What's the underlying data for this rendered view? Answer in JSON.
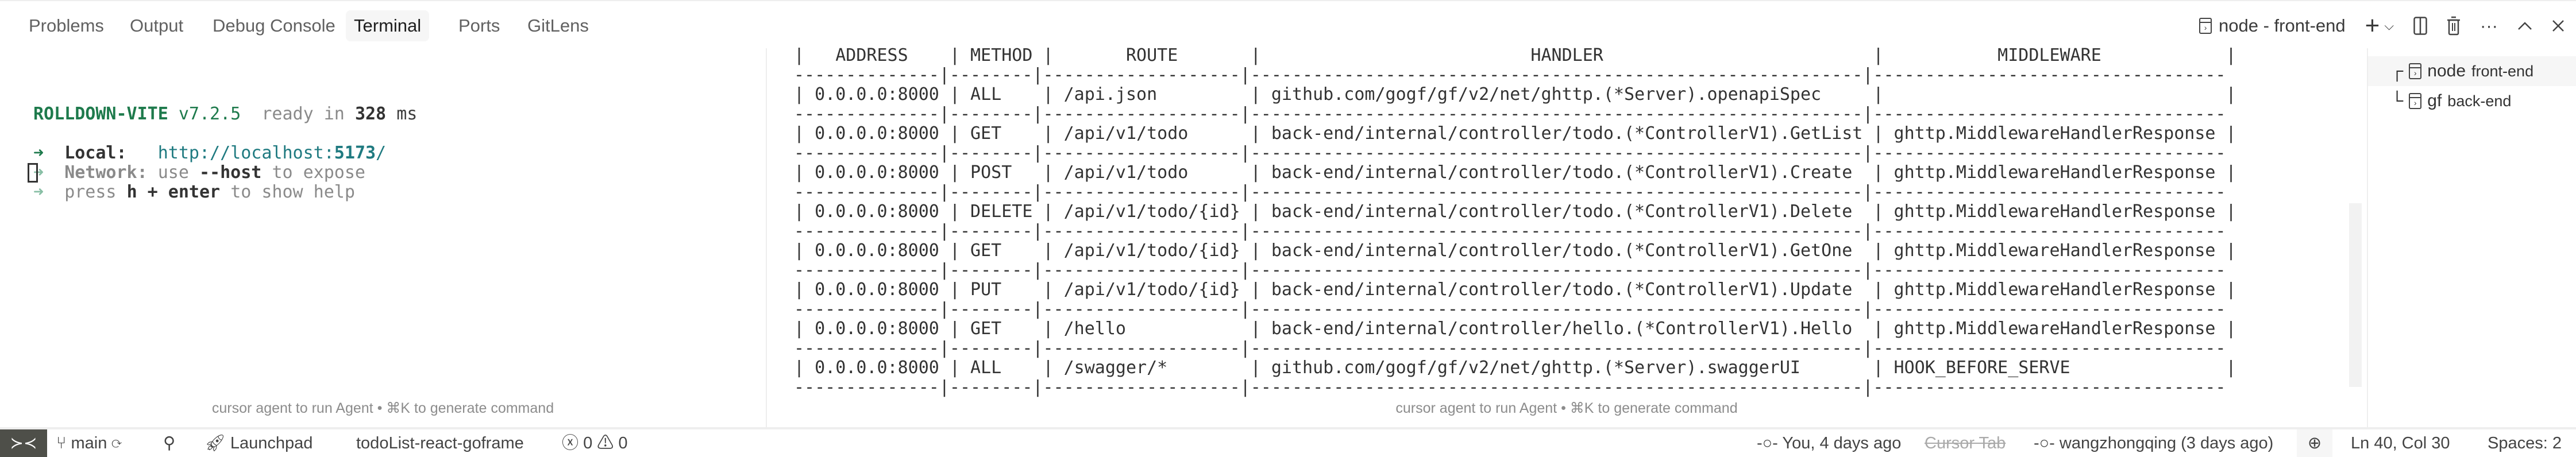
{
  "panel_tabs": [
    {
      "label": "Problems"
    },
    {
      "label": "Output"
    },
    {
      "label": "Debug Console"
    },
    {
      "label": "Terminal",
      "active": true
    },
    {
      "label": "Ports"
    },
    {
      "label": "GitLens"
    }
  ],
  "actions": {
    "terminal_name": "node - front-end",
    "icons": [
      "terminal-icon",
      "plus-icon",
      "chevron-down-icon",
      "split-icon",
      "trash-icon",
      "more-icon",
      "chevron-up-icon",
      "close-icon"
    ]
  },
  "left_terminal": {
    "brand": "ROLLDOWN-VITE",
    "version": "v7.2.5",
    "ready": "ready in",
    "ms_value": "328",
    "ms_unit": "ms",
    "local_label": "Local:",
    "local_url_prefix": "http://localhost:",
    "local_port": "5173",
    "local_url_suffix": "/",
    "network_label": "Network:",
    "network_use": "use",
    "network_flag": "--host",
    "network_rest": "to expose",
    "press": "press",
    "press_key": "h + enter",
    "press_rest": "to show help",
    "hint": "cursor  agent to run Agent • ⌘K to generate command"
  },
  "routes_table": {
    "headers": [
      "ADDRESS",
      "METHOD",
      "ROUTE",
      "HANDLER",
      "MIDDLEWARE"
    ],
    "rows": [
      [
        "0.0.0.0:8000",
        "ALL",
        "/api.json",
        "github.com/gogf/gf/v2/net/ghttp.(*Server).openapiSpec",
        ""
      ],
      [
        "0.0.0.0:8000",
        "GET",
        "/api/v1/todo",
        "back-end/internal/controller/todo.(*ControllerV1).GetList",
        "ghttp.MiddlewareHandlerResponse"
      ],
      [
        "0.0.0.0:8000",
        "POST",
        "/api/v1/todo",
        "back-end/internal/controller/todo.(*ControllerV1).Create",
        "ghttp.MiddlewareHandlerResponse"
      ],
      [
        "0.0.0.0:8000",
        "DELETE",
        "/api/v1/todo/{id}",
        "back-end/internal/controller/todo.(*ControllerV1).Delete",
        "ghttp.MiddlewareHandlerResponse"
      ],
      [
        "0.0.0.0:8000",
        "GET",
        "/api/v1/todo/{id}",
        "back-end/internal/controller/todo.(*ControllerV1).GetOne",
        "ghttp.MiddlewareHandlerResponse"
      ],
      [
        "0.0.0.0:8000",
        "PUT",
        "/api/v1/todo/{id}",
        "back-end/internal/controller/todo.(*ControllerV1).Update",
        "ghttp.MiddlewareHandlerResponse"
      ],
      [
        "0.0.0.0:8000",
        "GET",
        "/hello",
        "back-end/internal/controller/hello.(*ControllerV1).Hello",
        "ghttp.MiddlewareHandlerResponse"
      ],
      [
        "0.0.0.0:8000",
        "ALL",
        "/swagger/*",
        "github.com/gogf/gf/v2/net/ghttp.(*Server).swaggerUI",
        "HOOK_BEFORE_SERVE"
      ]
    ],
    "hint": "cursor  agent to run Agent • ⌘K to generate command"
  },
  "terminal_list": [
    {
      "tree": "┌",
      "name": "node",
      "label": "front-end",
      "selected": true
    },
    {
      "tree": "└",
      "name": "gf",
      "label": "back-end"
    }
  ],
  "status_bar": {
    "branch": "main",
    "launchpad": "Launchpad",
    "project": "todoList-react-goframe",
    "errors": "0",
    "warnings": "0",
    "blame_you": "You, 4 days ago",
    "cursor_tab": "Cursor Tab",
    "blame_other": "wangzhongqing (3 days ago)",
    "position": "Ln 40, Col 30",
    "spaces": "Spaces: 2"
  },
  "colors": {
    "accent_green": "#1e7a4c",
    "link": "#1f7a80",
    "remote_bg": "#4e4f49"
  }
}
